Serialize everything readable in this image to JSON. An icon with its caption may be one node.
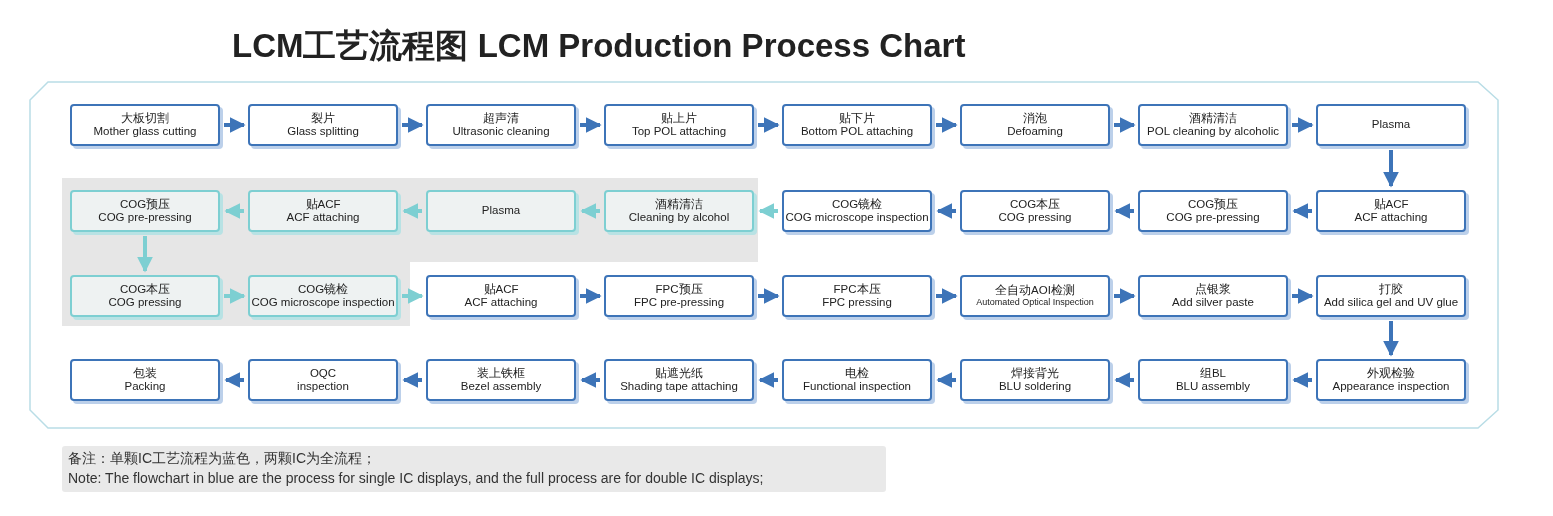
{
  "diagram": {
    "title": "LCM工艺流程图 LCM Production Process Chart",
    "nodes": [
      {
        "text": [
          "大板切割",
          "Mother glass cutting"
        ]
      },
      {
        "text": [
          "裂片",
          "Glass splitting"
        ]
      },
      {
        "text": [
          "超声清",
          "Ultrasonic cleaning"
        ]
      },
      {
        "text": [
          "贴上片",
          "Top POL attaching"
        ]
      },
      {
        "text": [
          "贴下片",
          "Bottom POL attaching"
        ]
      },
      {
        "text": [
          "消泡",
          "Defoaming"
        ]
      },
      {
        "text": [
          "酒精清洁",
          "POL cleaning by alcoholic"
        ]
      },
      {
        "text": [
          "Plasma"
        ]
      },
      {
        "text": [
          "贴ACF",
          "ACF attaching"
        ]
      },
      {
        "text": [
          "COG预压",
          "COG pre-pressing"
        ]
      },
      {
        "text": [
          "COG本压",
          "COG pressing"
        ]
      },
      {
        "text": [
          "COG镜检",
          "COG microscope inspection"
        ]
      },
      {
        "text": [
          "酒精清洁",
          "Cleaning by alcohol"
        ]
      },
      {
        "text": [
          "Plasma"
        ]
      },
      {
        "text": [
          "贴ACF",
          "ACF attaching"
        ]
      },
      {
        "text": [
          "COG预压",
          "COG pre-pressing"
        ]
      },
      {
        "text": [
          "COG本压",
          "COG pressing"
        ]
      },
      {
        "text": [
          "COG镜检",
          "COG microscope inspection"
        ]
      },
      {
        "text": [
          "贴ACF",
          "ACF attaching"
        ]
      },
      {
        "text": [
          "FPC预压",
          "FPC pre-pressing"
        ]
      },
      {
        "text": [
          "FPC本压",
          "FPC pressing"
        ]
      },
      {
        "text": [
          "全自动AOI检测",
          "Automated Optical Inspection"
        ]
      },
      {
        "text": [
          "点银浆",
          "Add silver paste"
        ]
      },
      {
        "text": [
          "打胶",
          "Add silica gel and UV glue"
        ]
      },
      {
        "text": [
          "外观检验",
          "Appearance inspection"
        ]
      },
      {
        "text": [
          "组BL",
          "BLU assembly"
        ]
      },
      {
        "text": [
          "焊接背光",
          "BLU soldering"
        ]
      },
      {
        "text": [
          "电检",
          "Functional inspection"
        ]
      },
      {
        "text": [
          "贴遮光纸",
          "Shading tape attaching"
        ]
      },
      {
        "text": [
          "装上铁框",
          "Bezel assembly"
        ]
      },
      {
        "text": [
          "OQC",
          "inspection"
        ]
      },
      {
        "text": [
          "包装",
          "Packing"
        ]
      }
    ],
    "edges": [
      {
        "from": 0,
        "to": 1,
        "arrow": "to"
      },
      {
        "from": 1,
        "to": 2,
        "arrow": "to"
      },
      {
        "from": 2,
        "to": 3,
        "arrow": "to"
      },
      {
        "from": 3,
        "to": 4,
        "arrow": "to"
      },
      {
        "from": 4,
        "to": 5,
        "arrow": "to"
      },
      {
        "from": 5,
        "to": 6,
        "arrow": "to"
      },
      {
        "from": 6,
        "to": 7,
        "arrow": "to"
      },
      {
        "from": 7,
        "to": 8,
        "arrow": "to"
      },
      {
        "from": 8,
        "to": 9,
        "arrow": "to"
      },
      {
        "from": 9,
        "to": 10,
        "arrow": "to"
      },
      {
        "from": 10,
        "to": 11,
        "arrow": "to"
      },
      {
        "from": 11,
        "to": 12,
        "arrow": "to",
        "color": "#7dcfd2"
      },
      {
        "from": 12,
        "to": 13,
        "arrow": "to",
        "color": "#7dcfd2"
      },
      {
        "from": 13,
        "to": 14,
        "arrow": "to",
        "color": "#7dcfd2"
      },
      {
        "from": 14,
        "to": 15,
        "arrow": "to",
        "color": "#7dcfd2"
      },
      {
        "from": 15,
        "to": 16,
        "arrow": "to",
        "color": "#7dcfd2"
      },
      {
        "from": 16,
        "to": 17,
        "arrow": "to",
        "color": "#7dcfd2"
      },
      {
        "from": 17,
        "to": 18,
        "arrow": "to",
        "color": "#7dcfd2"
      },
      {
        "from": 18,
        "to": 19,
        "arrow": "to"
      },
      {
        "from": 19,
        "to": 20,
        "arrow": "to"
      },
      {
        "from": 20,
        "to": 21,
        "arrow": "to"
      },
      {
        "from": 21,
        "to": 22,
        "arrow": "to"
      },
      {
        "from": 22,
        "to": 23,
        "arrow": "to"
      },
      {
        "from": 23,
        "to": 24,
        "arrow": "to"
      },
      {
        "from": 24,
        "to": 25,
        "arrow": "to"
      },
      {
        "from": 25,
        "to": 26,
        "arrow": "to"
      },
      {
        "from": 26,
        "to": 27,
        "arrow": "to"
      },
      {
        "from": 27,
        "to": 28,
        "arrow": "to"
      },
      {
        "from": 28,
        "to": 29,
        "arrow": "to"
      },
      {
        "from": 29,
        "to": 30,
        "arrow": "to"
      },
      {
        "from": 30,
        "to": 31,
        "arrow": "to"
      }
    ],
    "labels": [
      "备注：单颗IC工艺流程为蓝色，两颗IC为全流程；",
      "Note: The flowchart in blue are the process for single IC displays, and the full process are for double IC displays;"
    ]
  }
}
